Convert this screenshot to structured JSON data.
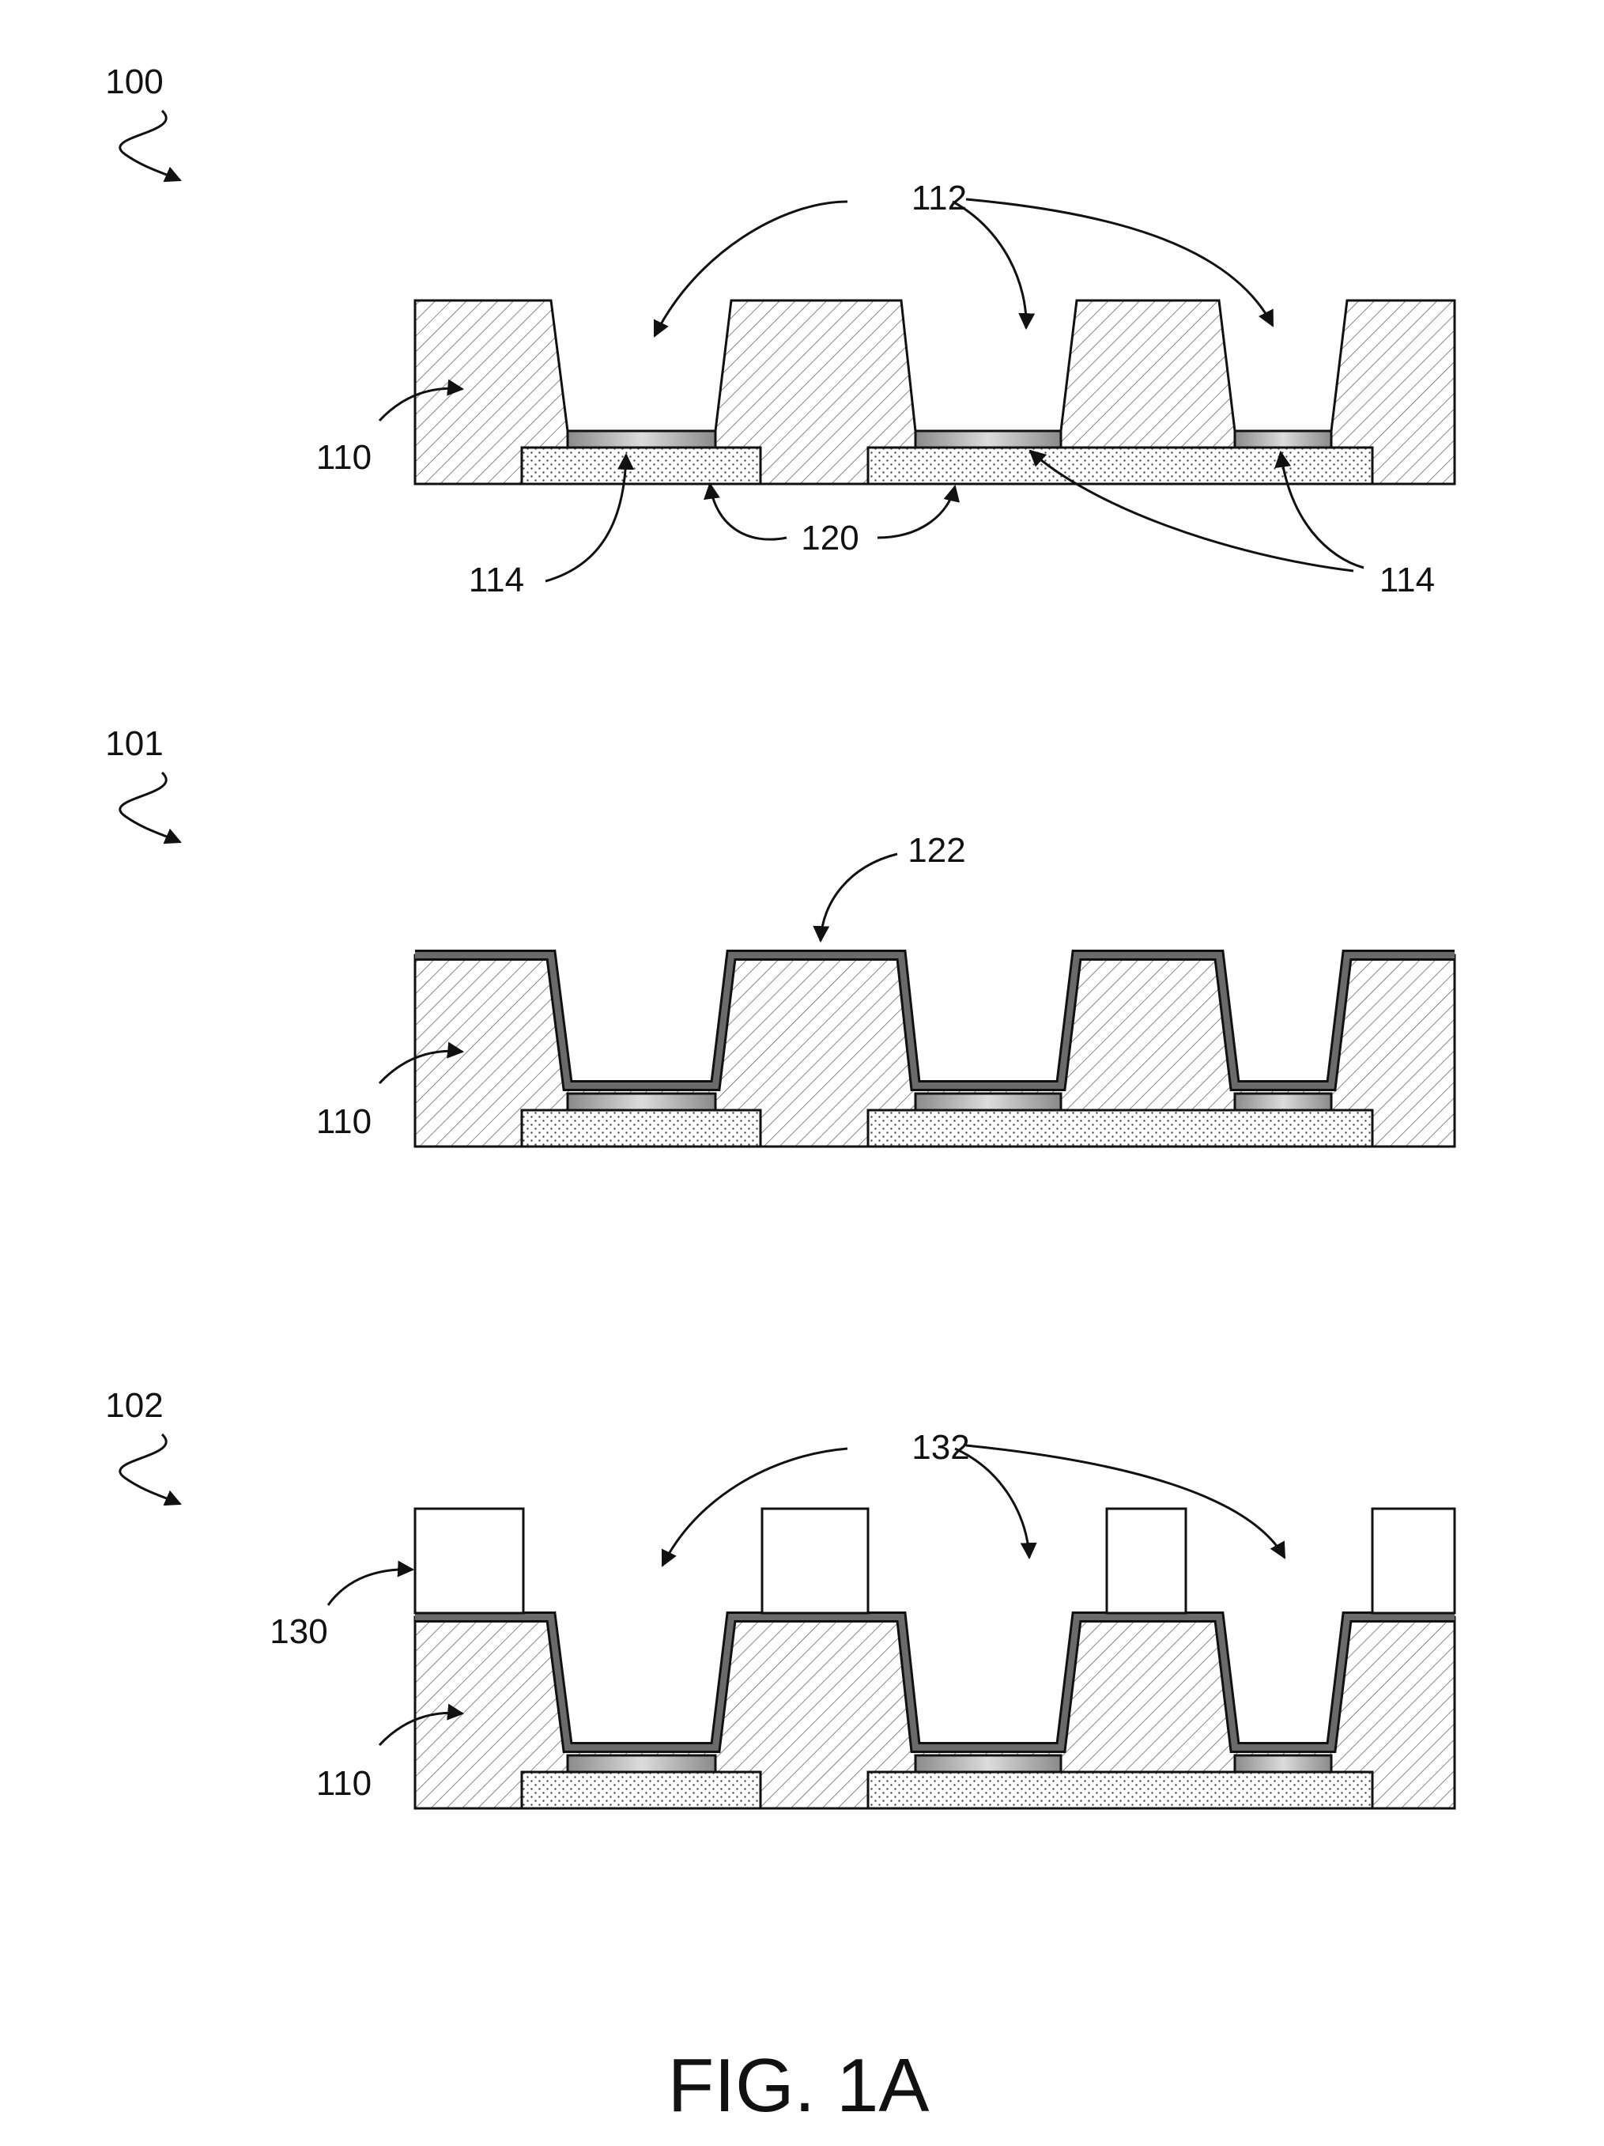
{
  "figure": {
    "caption": "FIG. 1A",
    "step_100": {
      "ref": "100",
      "labels": {
        "openings": "112",
        "dielectric": "110",
        "pad": "120",
        "bottom_a": "114",
        "bottom_b": "114"
      }
    },
    "step_101": {
      "ref": "101",
      "labels": {
        "liner": "122",
        "dielectric": "110"
      }
    },
    "step_102": {
      "ref": "102",
      "labels": {
        "openings": "132",
        "mask": "130",
        "dielectric": "110"
      }
    }
  },
  "colors": {
    "line": "#111111",
    "hatch": "#555555",
    "liner": "#666666",
    "pad_dots": "#444444",
    "background": "#ffffff"
  }
}
